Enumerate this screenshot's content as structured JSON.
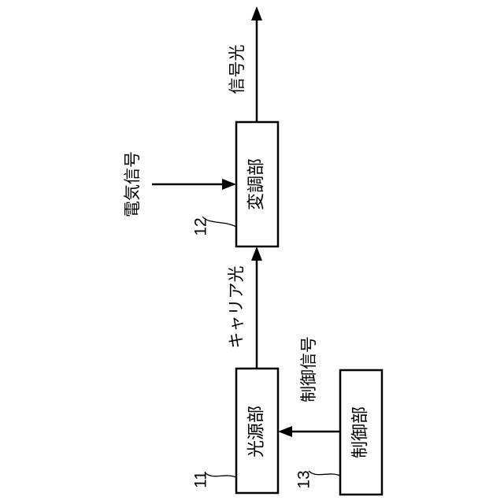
{
  "blocks": {
    "modulator": {
      "label": "変調部",
      "ref": "12"
    },
    "light_source": {
      "label": "光源部",
      "ref": "11"
    },
    "controller": {
      "label": "制御部",
      "ref": "13"
    }
  },
  "signals": {
    "signal_light": "信号光",
    "electric_signal": "電気信号",
    "carrier_light": "キャリア光",
    "control_signal": "制御信号"
  }
}
